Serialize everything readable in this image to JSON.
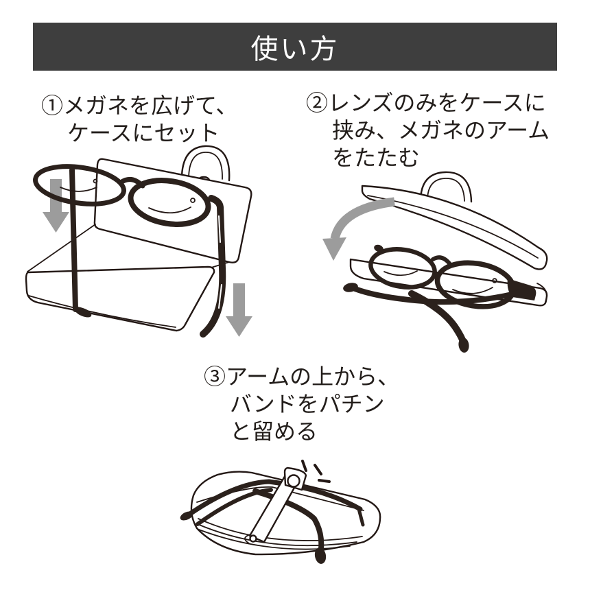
{
  "header": {
    "title": "使い方"
  },
  "steps": [
    {
      "number": "1",
      "lines": [
        "①メガネを広げて、",
        "ケースにセット"
      ]
    },
    {
      "number": "2",
      "lines": [
        "②レンズのみをケースに",
        "挟み、メガネのアーム",
        "をたたむ"
      ]
    },
    {
      "number": "3",
      "lines": [
        "③アームの上から、",
        "バンドをパチン",
        "と留める"
      ]
    }
  ],
  "icons": {
    "down_arrow": "⬇",
    "close_lid_curved_arrow": "⤵",
    "snap_flash_marks": "✶"
  },
  "colors": {
    "header_bg": "#3e3e3e",
    "header_text": "#ffffff",
    "line_art": "#231815",
    "glasses_rim": "#2b211c",
    "arrow_gray": "#9c9c9c",
    "body_text": "#221d1a",
    "background": "#ffffff"
  }
}
